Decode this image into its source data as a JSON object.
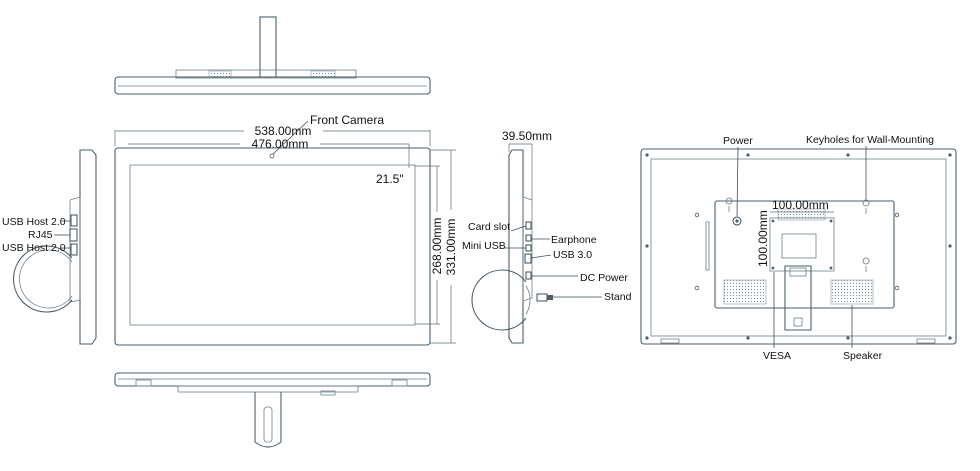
{
  "dimensions": {
    "overall_width": "538.00mm",
    "screen_width": "476.00mm",
    "screen_height": "268.00mm",
    "overall_height": "331.00mm",
    "depth": "39.50mm",
    "vesa_h": "100.00mm",
    "vesa_v": "100.00mm",
    "screen_size": "21.5\""
  },
  "labels": {
    "front_camera": "Front Camera",
    "usb_host_1": "USB Host 2.0",
    "rj45": "RJ45",
    "usb_host_2": "USB Host 2.0",
    "card_slot": "Card slot",
    "earphone": "Earphone",
    "mini_usb": "Mini USB",
    "usb3": "USB 3.0",
    "dc_power": "DC Power",
    "stand": "Stand",
    "power": "Power",
    "keyholes": "Keyholes for Wall-Mounting",
    "vesa": "VESA",
    "speaker": "Speaker"
  },
  "colors": {
    "line": "#4a5f6b",
    "text": "#111111",
    "background": "#ffffff"
  }
}
